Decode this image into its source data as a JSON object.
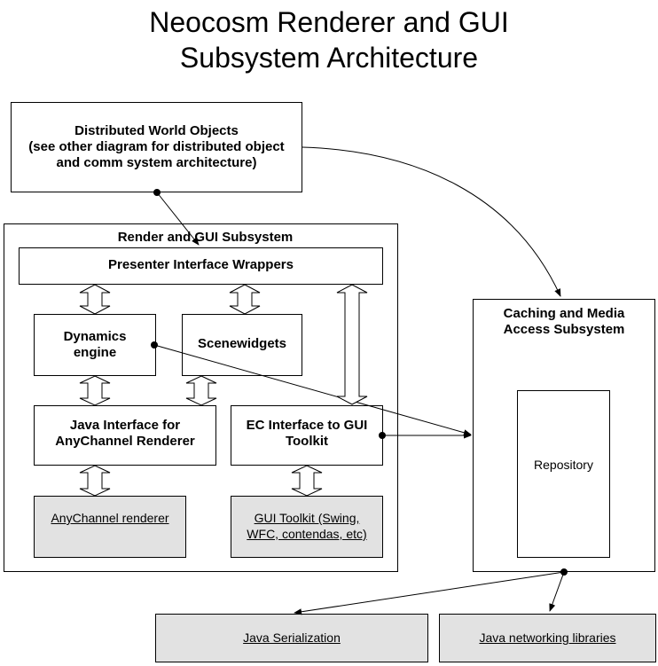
{
  "title": {
    "line1": "Neocosm Renderer and GUI",
    "line2": "Subsystem Architecture"
  },
  "boxes": {
    "distributed_world_objects": "Distributed World Objects\n(see other diagram for distributed object\nand comm system architecture)",
    "render_gui_subsystem": "Render and GUI Subsystem",
    "presenter_interface_wrappers": "Presenter Interface Wrappers",
    "dynamics_engine": "Dynamics\nengine",
    "scenewidgets": "Scenewidgets",
    "java_interface_anychannel": "Java Interface for\nAnyChannel Renderer",
    "ec_interface_gui_toolkit": "EC Interface to GUI\nToolkit",
    "anychannel_renderer": "AnyChannel renderer",
    "gui_toolkit": "GUI Toolkit (Swing,\nWFC, contendas, etc)",
    "caching_media_access": "Caching and Media\nAccess Subsystem",
    "repository": "Repository",
    "java_serialization": "Java Serialization",
    "java_networking_libraries": "Java networking libraries"
  },
  "colors": {
    "box_border": "#000000",
    "external_box_fill": "#e2e2e2",
    "background": "#ffffff"
  }
}
